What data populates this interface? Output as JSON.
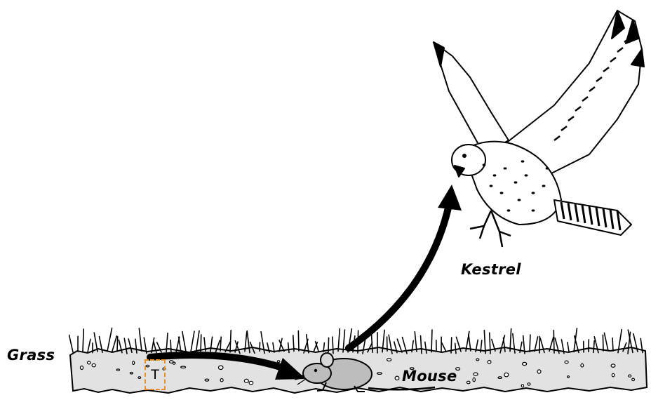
{
  "labels": {
    "grass": "Grass",
    "mouse": "Mouse",
    "kestrel": "Kestrel",
    "marker": "T"
  },
  "colors": {
    "marker_border": "#e8902a",
    "ground_fill": "#e2e2e2",
    "mouse_fill": "#bdbdbd",
    "arrow": "#000000"
  },
  "food_chain": [
    "Grass",
    "Mouse",
    "Kestrel"
  ]
}
